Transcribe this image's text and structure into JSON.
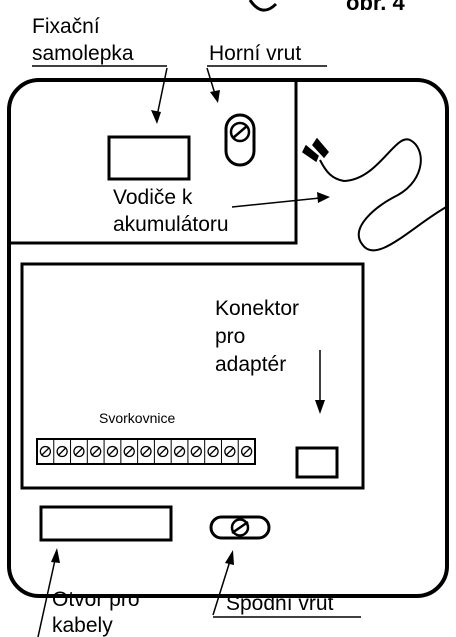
{
  "header": {
    "partial_text": "obr. 4"
  },
  "labels": {
    "fixacni_line1": "Fixační",
    "fixacni_line2": "samolepka",
    "horni_vrut": "Horní vrut",
    "vodice_line1": "Vodiče k",
    "vodice_line2": "akumulátoru",
    "konektor_line1": "Konektor",
    "konektor_line2": "pro",
    "konektor_line3": "adaptér",
    "svorkovnice": "Svorkovnice",
    "otvor_line1": "Otvor pro",
    "otvor_line2": "kabely",
    "spodni_vrut": "Spodní vrut"
  },
  "terminal_count": 13
}
